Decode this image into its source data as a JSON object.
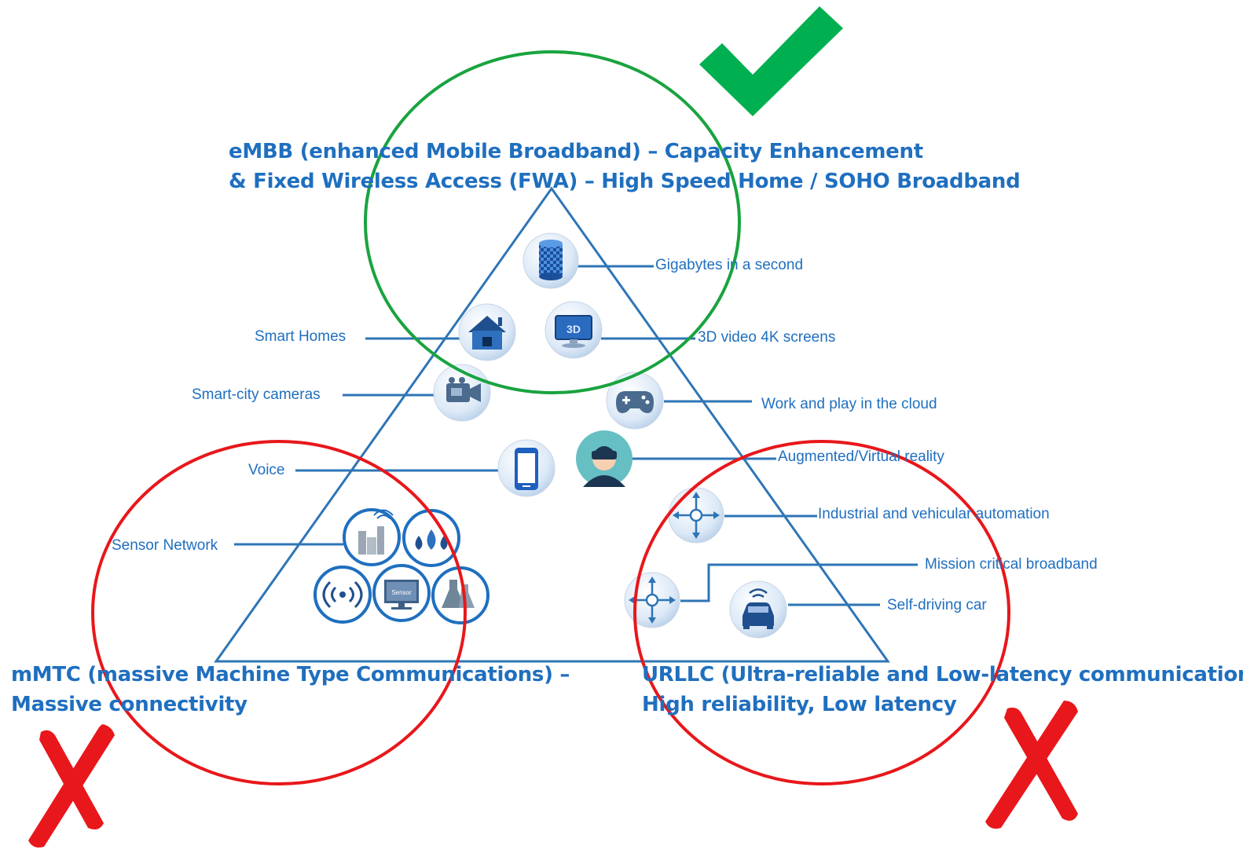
{
  "titles": {
    "embb_line1": "eMBB (enhanced Mobile Broadband) – Capacity Enhancement",
    "embb_line2": "& Fixed Wireless Access (FWA) – High Speed Home / SOHO Broadband",
    "mmtc_line1": "mMTC (massive Machine Type Communications) –",
    "mmtc_line2": "Massive connectivity",
    "urllc_line1": "URLLC (Ultra-reliable and Low-latency communications) –",
    "urllc_line2": "High reliability, Low latency"
  },
  "labels": {
    "gigabytes": "Gigabytes in a second",
    "smart_homes": "Smart Homes",
    "video_3d": "3D video 4K screens",
    "smart_city": "Smart-city cameras",
    "cloud": "Work and play in the cloud",
    "voice": "Voice",
    "ar_vr": "Augmented/Virtual reality",
    "industrial": "Industrial and vehicular automation",
    "sensor_network": "Sensor Network",
    "mission_critical": "Mission critical broadband",
    "self_driving": "Self-driving car"
  },
  "icon_text": {
    "video_3d_badge": "3D",
    "sensor_badge": "Sensor"
  },
  "colors": {
    "text_blue": "#1f6fbf",
    "line_blue": "#2e75b6",
    "embb_circle": "#19a33f",
    "mark_red": "#e8171b",
    "check_green": "#00b050"
  }
}
